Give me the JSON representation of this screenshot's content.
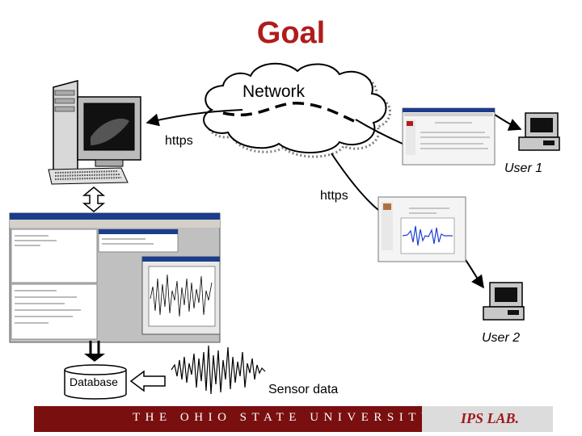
{
  "slide": {
    "title": "Goal",
    "title_color": "#b01c1c",
    "labels": {
      "network": "Network",
      "https_left": "https",
      "https_middle": "https",
      "user1": "User 1",
      "user2": "User 2",
      "database": "Database",
      "sensor_data": "Sensor data"
    },
    "footer": {
      "university": "THE OHIO STATE UNIVERSITY",
      "lab": "IPS LAB.",
      "bar_color": "#7a0f0f",
      "lab_color": "#a01818"
    }
  }
}
